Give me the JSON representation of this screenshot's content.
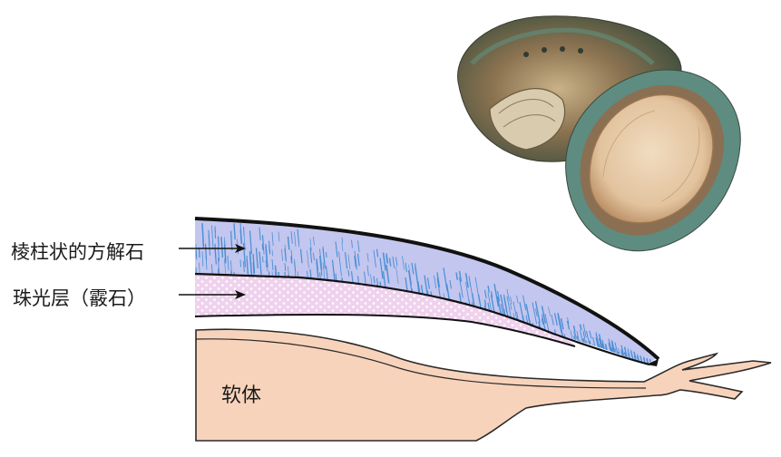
{
  "labels": {
    "prismatic_calcite": "棱柱状的方解石",
    "nacre_aragonite": "珠光层（霰石）",
    "soft_body": "软体"
  },
  "colors": {
    "calcite_layer": "#c3c6ee",
    "calcite_streaks": "#4a8fd6",
    "nacre_layer": "#efd2ee",
    "soft_body": "#f8d3bb",
    "shell_outline": "#111111",
    "shell_outer_rough": "#222222",
    "abalone_shell_outer": "#6f5a3c",
    "abalone_shell_green": "#4f8c7c",
    "abalone_foot": "#e6cbaa"
  },
  "icons": {
    "photo": "abalone-photo-illustration",
    "arrow": "right-arrow"
  }
}
